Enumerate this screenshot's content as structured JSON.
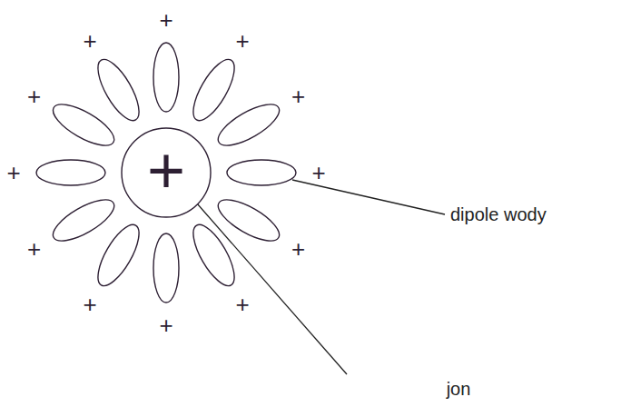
{
  "diagram": {
    "nodes": [
      {
        "text": [
          "+"
        ]
      }
    ],
    "labels": [
      "+",
      "+",
      "+",
      "+",
      "+",
      "+",
      "+",
      "+",
      "+",
      "+",
      "+",
      "+",
      "dipole wody",
      "jon"
    ]
  }
}
